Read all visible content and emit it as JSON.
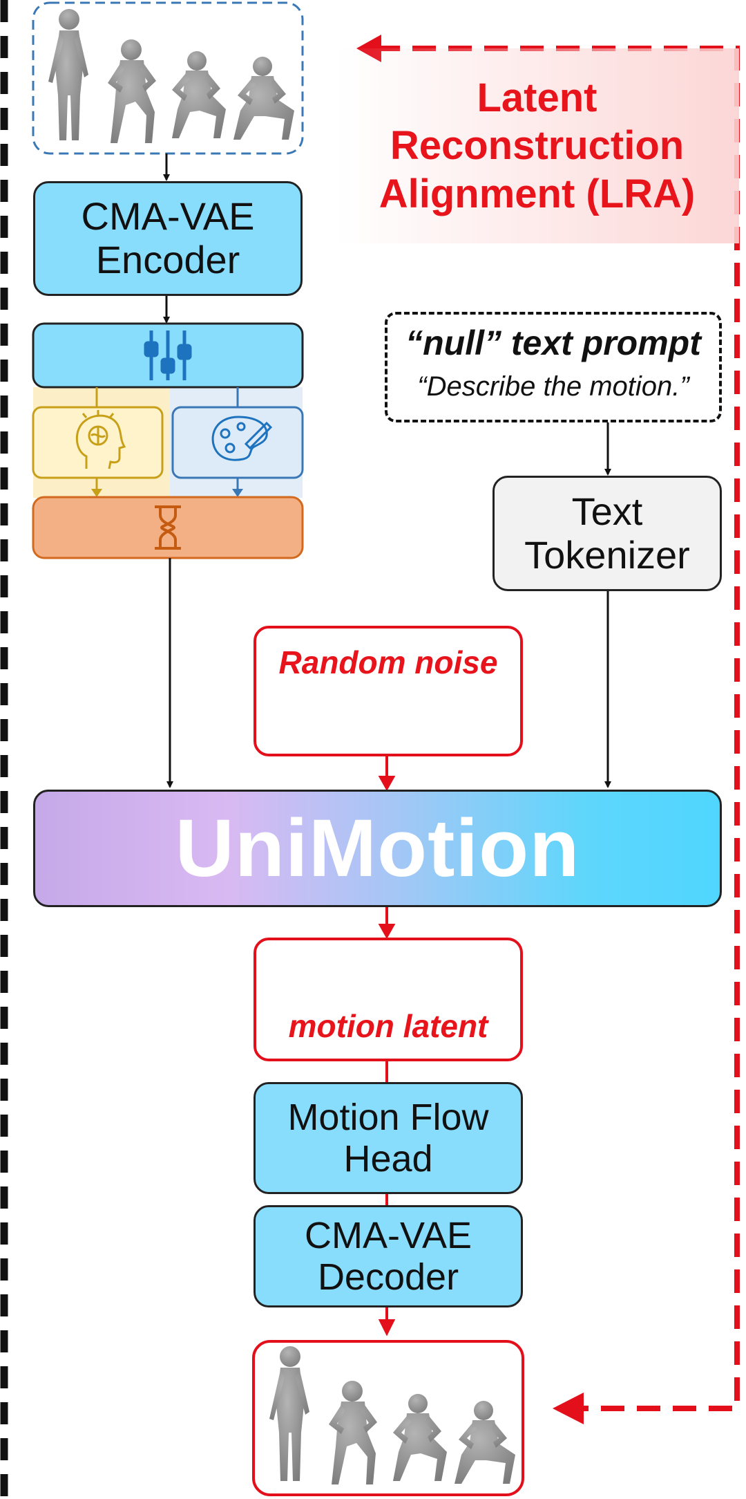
{
  "lra_label": "Latent Reconstruction Alignment (LRA)",
  "encoder_label": "CMA-VAE Encoder",
  "null_prompt_title": "“null” text prompt",
  "null_prompt_text": "“Describe the motion.”",
  "tokenizer_label": "Text Tokenizer",
  "random_noise_label": "Random noise",
  "unimotion_label": "UniMotion",
  "motion_latent_label": "motion latent",
  "flow_head_label": "Motion Flow Head",
  "decoder_label": "CMA-VAE Decoder",
  "icons": {
    "adjust": "sliders-icon",
    "brain": "brain-head-icon",
    "palette": "palette-icon",
    "hourglass": "hourglass-icon",
    "human_input": "human-motion-figures",
    "human_output": "human-motion-figures"
  },
  "colors": {
    "accent_red": "#E8141C",
    "blue_box": "#88DDFC",
    "input_border": "#3A78B5",
    "yellow": "#C8A018",
    "orange": "#F2B084",
    "orange_border": "#D2691E"
  }
}
